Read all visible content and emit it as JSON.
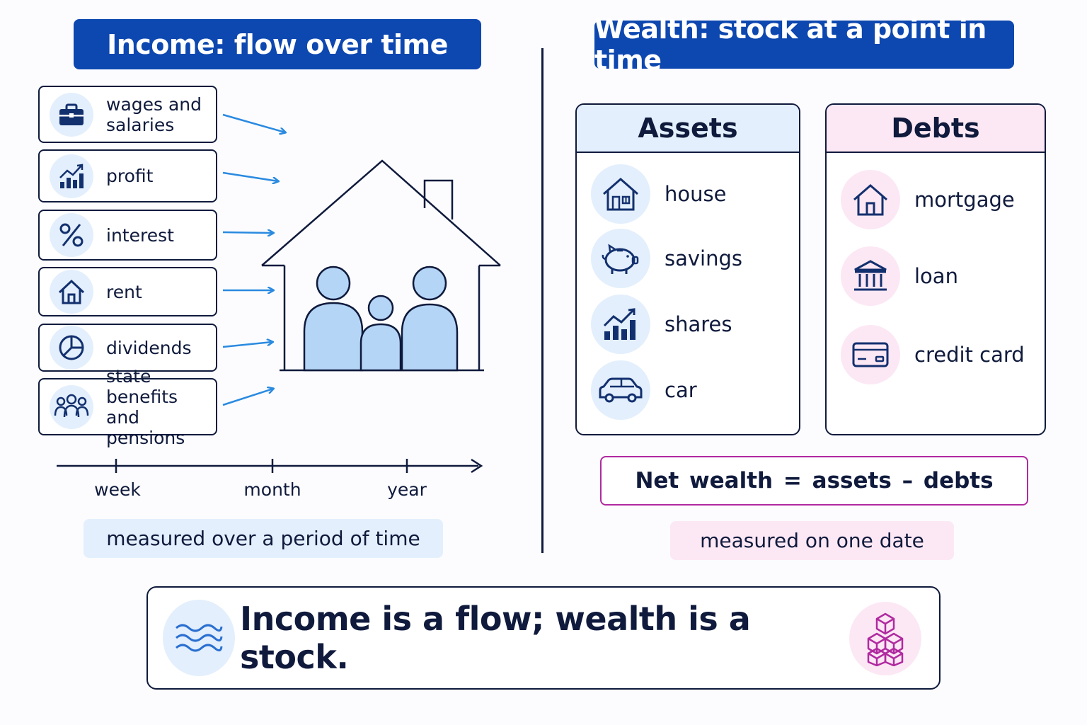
{
  "income": {
    "title": "Income: flow over time",
    "sources": [
      {
        "label": "wages and\nsalaries",
        "icon": "briefcase-icon"
      },
      {
        "label": "profit",
        "icon": "bar-chart-up-icon"
      },
      {
        "label": "interest",
        "icon": "percent-icon"
      },
      {
        "label": "rent",
        "icon": "house-icon"
      },
      {
        "label": "dividends",
        "icon": "pie-chart-icon"
      },
      {
        "label": "state benefits\nand pensions",
        "icon": "people-icon"
      }
    ],
    "timeline": [
      "week",
      "month",
      "year"
    ],
    "note": "measured over a period of time"
  },
  "wealth": {
    "title": "Wealth: stock at a point in time",
    "assets": {
      "header": "Assets",
      "items": [
        {
          "label": "house",
          "icon": "house-icon"
        },
        {
          "label": "savings",
          "icon": "piggy-bank-icon"
        },
        {
          "label": "shares",
          "icon": "bar-chart-up-icon"
        },
        {
          "label": "car",
          "icon": "car-icon"
        }
      ]
    },
    "debts": {
      "header": "Debts",
      "items": [
        {
          "label": "mortgage",
          "icon": "house-icon"
        },
        {
          "label": "loan",
          "icon": "bank-icon"
        },
        {
          "label": "credit card",
          "icon": "credit-card-icon"
        }
      ]
    },
    "equation": "Net wealth = assets – debts",
    "note": "measured on one date"
  },
  "summary": "Income is a flow; wealth is a stock.",
  "colors": {
    "banner": "#0d47b0",
    "ink": "#0f1a3c",
    "arrow": "#2a8ae0",
    "assets_tint": "#e3effc",
    "debts_tint": "#fce8f4",
    "magenta": "#b02aa0"
  }
}
